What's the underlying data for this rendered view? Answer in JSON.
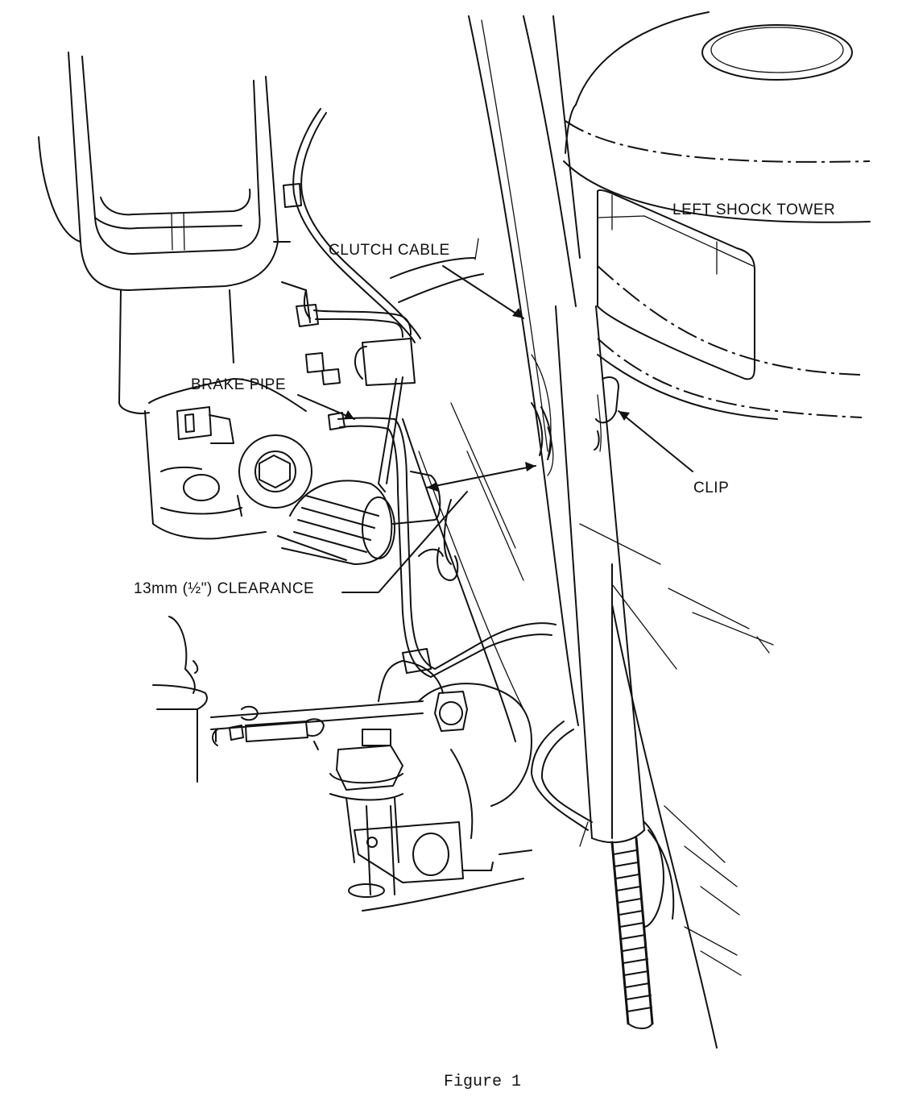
{
  "labels": {
    "left_shock_tower": "LEFT SHOCK TOWER",
    "clutch_cable": "CLUTCH CABLE",
    "brake_pipe": "BRAKE PIPE",
    "clip": "CLIP",
    "clearance": "13mm (½\") CLEARANCE"
  },
  "caption": "Figure 1"
}
